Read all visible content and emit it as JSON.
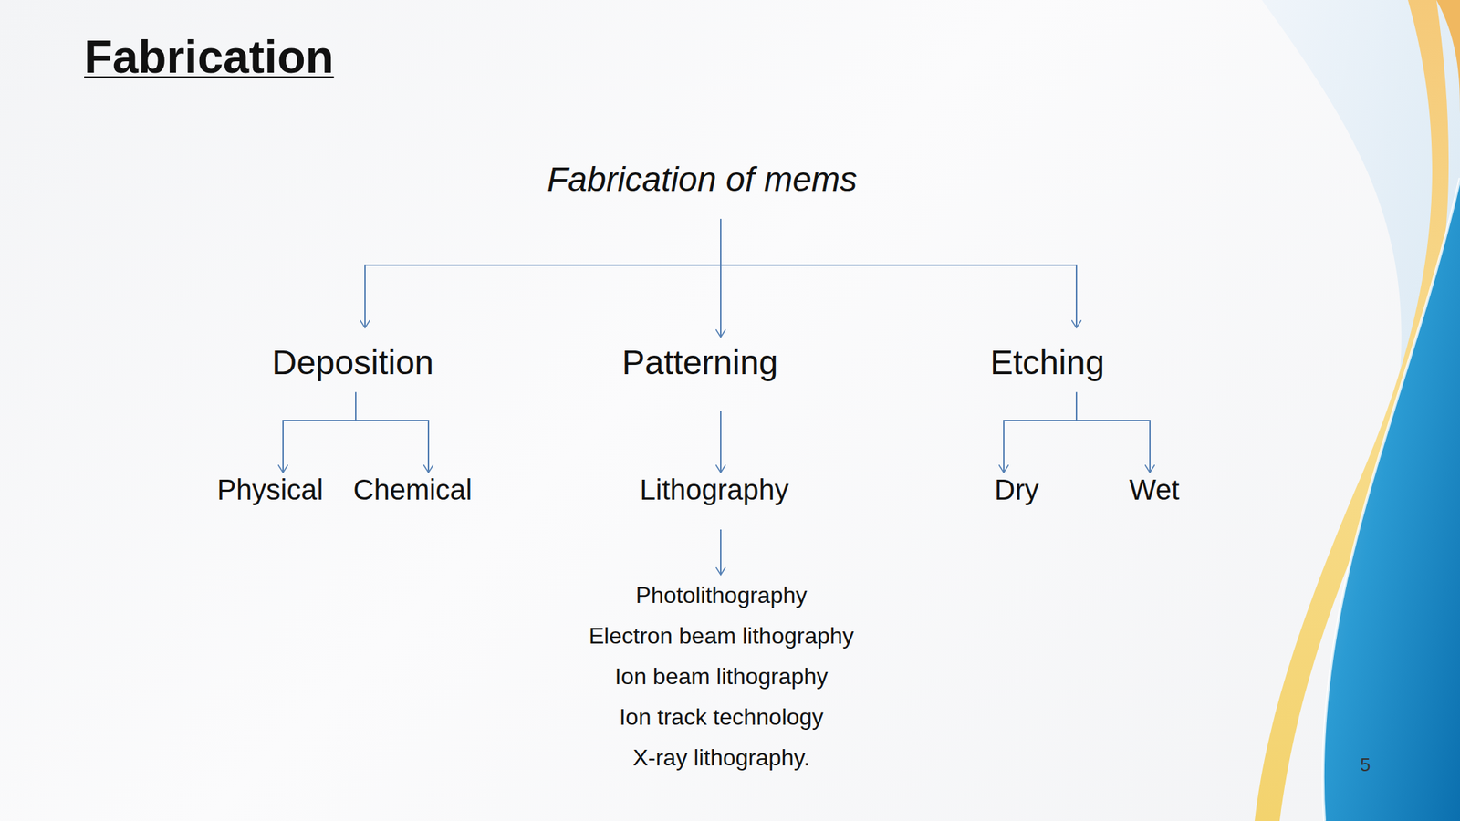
{
  "diagram": {
    "title": "Fabrication",
    "nodes": [
      {
        "text": [
          "Fabrication of mems"
        ]
      },
      {
        "text": [
          "Deposition"
        ]
      },
      {
        "text": [
          "Patterning"
        ]
      },
      {
        "text": [
          "Etching"
        ]
      },
      {
        "text": [
          "Physical"
        ]
      },
      {
        "text": [
          "Chemical"
        ]
      },
      {
        "text": [
          "Lithography"
        ]
      },
      {
        "text": [
          "Dry"
        ]
      },
      {
        "text": [
          "Wet"
        ]
      },
      {
        "text": [
          "Photolithography",
          "Electron beam lithography",
          "Ion beam lithography",
          "Ion track technology",
          "X-ray lithography."
        ]
      }
    ],
    "edges": [
      {
        "from": 0,
        "to": 1,
        "arrow": "to"
      },
      {
        "from": 0,
        "to": 2,
        "arrow": "to"
      },
      {
        "from": 0,
        "to": 3,
        "arrow": "to"
      },
      {
        "from": 1,
        "to": 4,
        "arrow": "to"
      },
      {
        "from": 1,
        "to": 5,
        "arrow": "to"
      },
      {
        "from": 2,
        "to": 6,
        "arrow": "to"
      },
      {
        "from": 3,
        "to": 7,
        "arrow": "to"
      },
      {
        "from": 3,
        "to": 8,
        "arrow": "to"
      },
      {
        "from": 6,
        "to": 9,
        "arrow": "to"
      }
    ],
    "labels": [
      "5"
    ]
  }
}
